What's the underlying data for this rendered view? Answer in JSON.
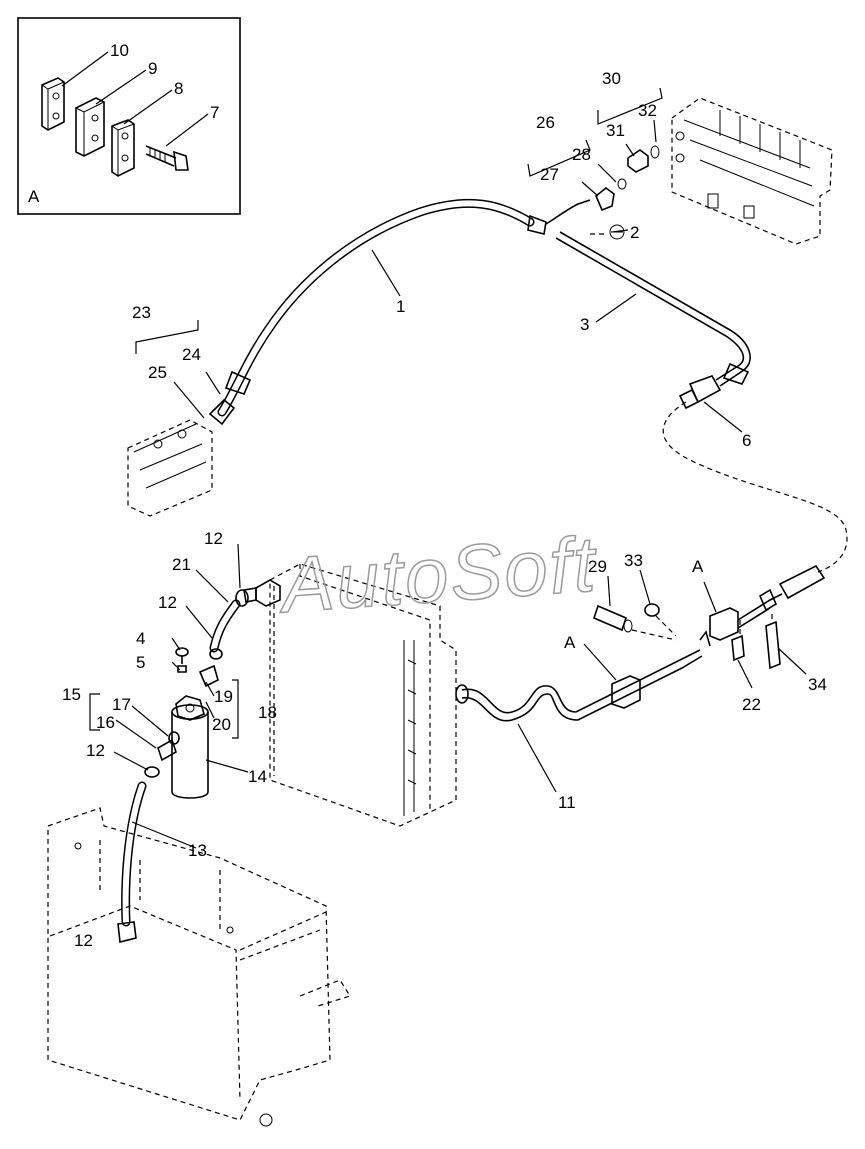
{
  "inset": {
    "label": "A",
    "callouts": [
      "10",
      "9",
      "8",
      "7"
    ]
  },
  "callouts": {
    "c1": "1",
    "c2": "2",
    "c3": "3",
    "c4": "4",
    "c5": "5",
    "c6": "6",
    "c11": "11",
    "c12a": "12",
    "c12b": "12",
    "c12c": "12",
    "c12d": "12",
    "c13": "13",
    "c14": "14",
    "c15": "15",
    "c16": "16",
    "c17": "17",
    "c18": "18",
    "c19": "19",
    "c20": "20",
    "c21": "21",
    "c22": "22",
    "c23": "23",
    "c24": "24",
    "c25": "25",
    "c26": "26",
    "c27": "27",
    "c28": "28",
    "c29": "29",
    "c30": "30",
    "c31": "31",
    "c32": "32",
    "c33": "33",
    "c34": "34"
  },
  "clamp_labels": {
    "a1": "A",
    "a2": "A"
  },
  "watermark": "AutoSoft"
}
